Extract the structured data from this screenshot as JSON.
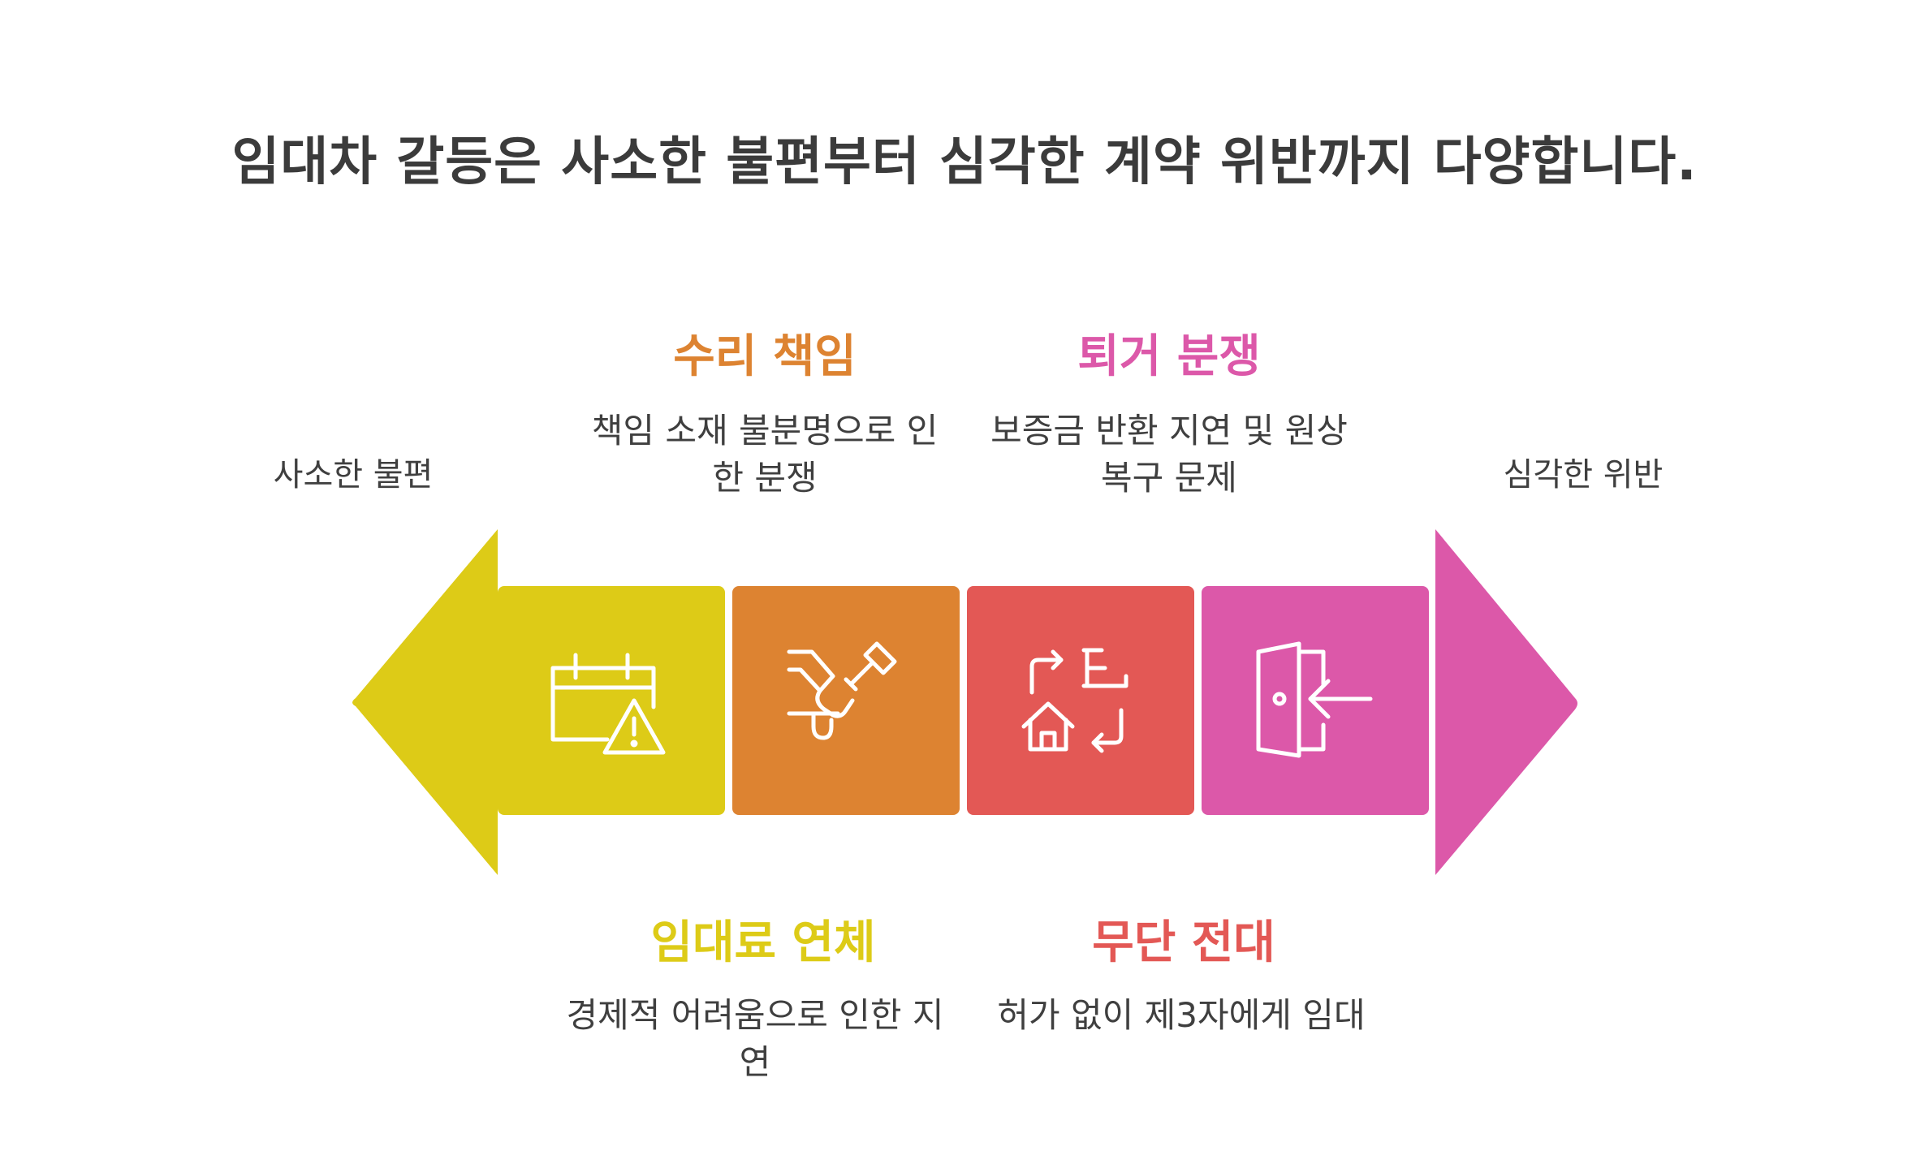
{
  "title": "임대차 갈등은 사소한 불편부터 심각한 계약 위반까지 다양합니다.",
  "scale": {
    "left_label": "사소한 불편",
    "right_label": "심각한 위반"
  },
  "stages": [
    {
      "name": "임대료 연체",
      "description": "경제적 어려움으로 인한 지연",
      "icon": "calendar-warning-icon",
      "color": "#DDCB17"
    },
    {
      "name": "수리 책임",
      "description": "책임 소재 불분명으로 인한 분쟁",
      "icon": "faucet-wrench-icon",
      "color": "#DD8331"
    },
    {
      "name": "무단 전대",
      "description": "허가 없이 제3자에게 임대",
      "icon": "house-exchange-icon",
      "color": "#E35855"
    },
    {
      "name": "퇴거 분쟁",
      "description": "보증금 반환 지연 및 원상복구 문제",
      "icon": "door-exit-icon",
      "color": "#DC58A9"
    }
  ],
  "colors": {
    "title_text": "#3b3b3b",
    "body_text": "#3f3f3f",
    "left_arrow": "#DDCB17",
    "right_arrow": "#DC58A9"
  }
}
